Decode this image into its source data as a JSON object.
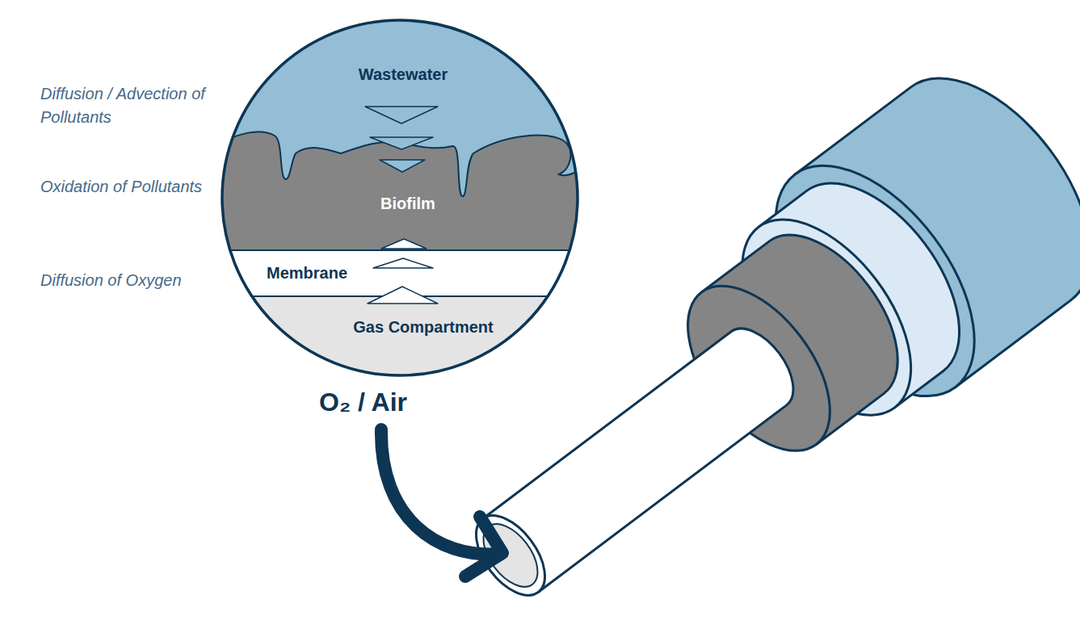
{
  "diagram": {
    "nodes": [
      {
        "text": [
          "Wastewater"
        ]
      },
      {
        "text": [
          "Biofilm"
        ]
      },
      {
        "text": [
          "Membrane"
        ]
      },
      {
        "text": [
          "Gas Compartment"
        ]
      }
    ],
    "labels": [
      "Diffusion / Advection of Pollutants",
      "Oxidation of Pollutants",
      "Diffusion of Oxygen",
      "O₂ / Air"
    ]
  }
}
